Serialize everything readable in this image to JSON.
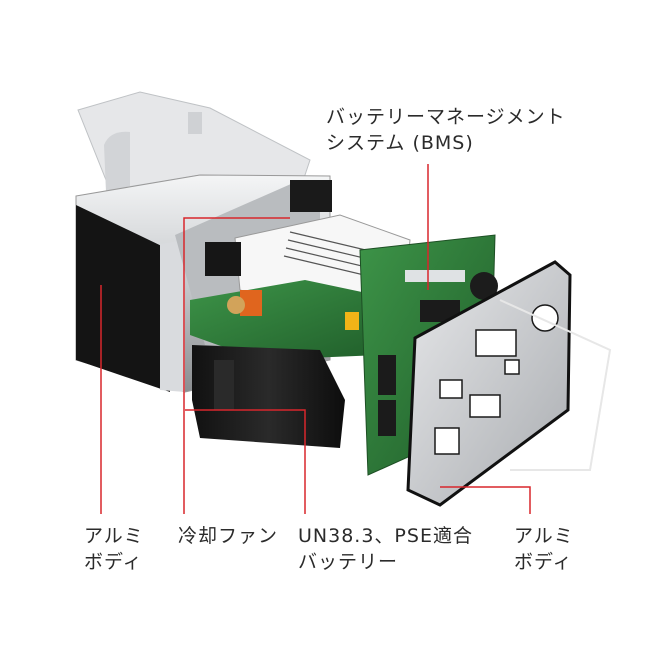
{
  "colors": {
    "leader": "#d8262c",
    "pcb": "#2f7d3a",
    "aluminum": "#c9ccd0",
    "battery": "#1c1c1c"
  },
  "labels": {
    "bms": {
      "line1": "バッテリーマネージメント",
      "line2": "システム (BMS)"
    },
    "aluminum_left": {
      "line1": "アルミ",
      "line2": "ボディ"
    },
    "cooling_fan": {
      "line1": "冷却ファン"
    },
    "battery": {
      "line1": "UN38.3、PSE適合",
      "line2": "バッテリー"
    },
    "aluminum_right": {
      "line1": "アルミ",
      "line2": "ボディ"
    }
  }
}
